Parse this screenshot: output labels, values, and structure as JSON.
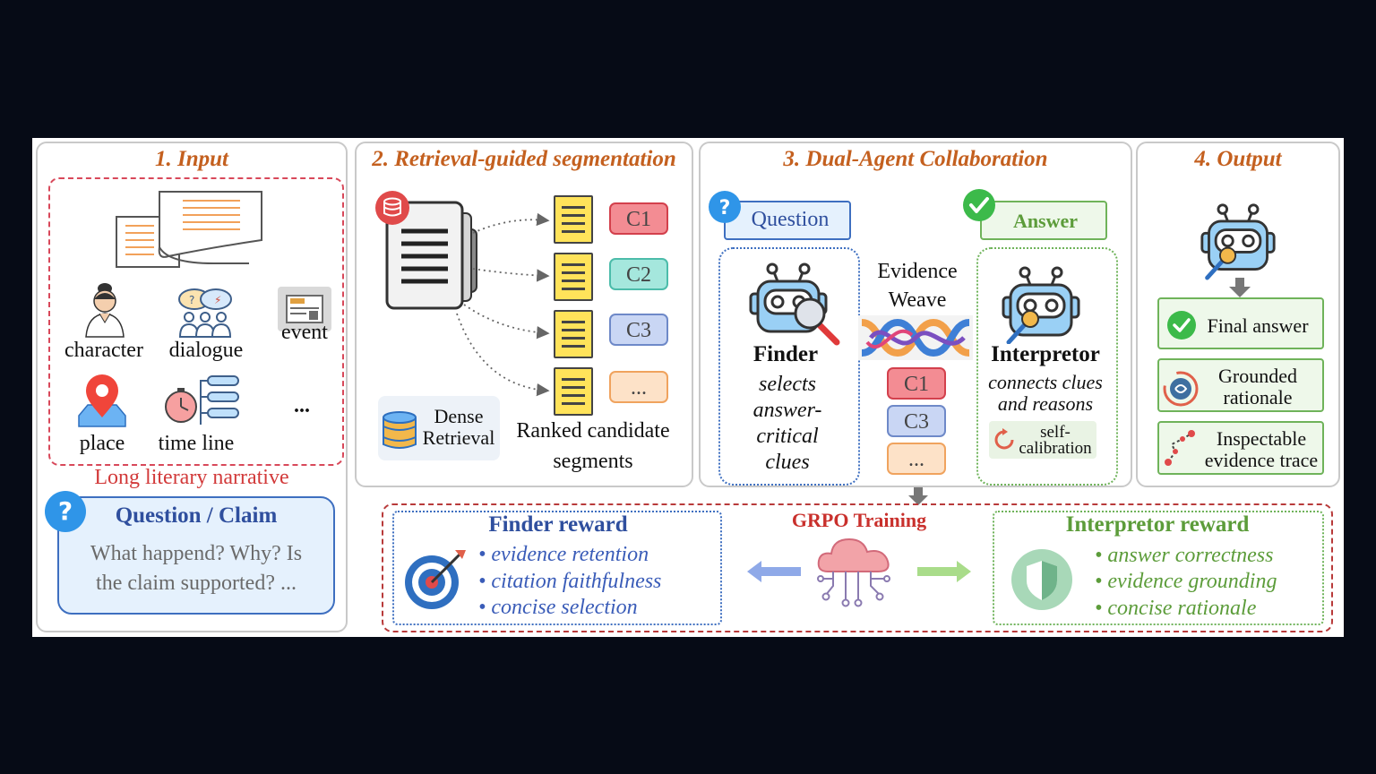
{
  "panels": {
    "input": {
      "title": "1. Input",
      "items": [
        "character",
        "dialogue",
        "event",
        "place",
        "time line",
        "..."
      ],
      "narrative": "Long literary narrative",
      "question_title": "Question / Claim",
      "question_text_1": "What happend? Why? Is",
      "question_text_2": "the claim supported? ..."
    },
    "segmentation": {
      "title": "2. Retrieval-guided segmentation",
      "chunks": [
        "C1",
        "C2",
        "C3",
        "..."
      ],
      "dense_retrieval_1": "Dense",
      "dense_retrieval_2": "Retrieval",
      "ranked_1": "Ranked candidate",
      "ranked_2": "segments"
    },
    "collaboration": {
      "title": "3. Dual-Agent Collaboration",
      "question": "Question",
      "answer": "Answer",
      "evidence_1": "Evidence",
      "evidence_2": "Weave",
      "finder_name": "Finder",
      "finder_desc": [
        "selects",
        "answer-",
        "critical",
        "clues"
      ],
      "evidence_chunks": [
        "C1",
        "C3",
        "..."
      ],
      "interpretor_name": "Interpretor",
      "interpretor_desc_1": "connects clues",
      "interpretor_desc_2": "and reasons",
      "self_cal_1": "self-",
      "self_cal_2": "calibration"
    },
    "output": {
      "title": "4. Output",
      "final_answer": "Final answer",
      "grounded_1": "Grounded",
      "grounded_2": "rationale",
      "trace_1": "Inspectable",
      "trace_2": "evidence trace"
    }
  },
  "training": {
    "label": "GRPO Training",
    "finder_reward": {
      "title": "Finder reward",
      "bullets": [
        "• evidence retention",
        "• citation faithfulness",
        "• concise selection"
      ]
    },
    "interpretor_reward": {
      "title": "Interpretor reward",
      "bullets": [
        "• answer correctness",
        "• evidence grounding",
        "• concise rationale"
      ]
    }
  },
  "colors": {
    "title_orange": "#c4601f",
    "narrative_red": "#d23a3a",
    "finder_blue": "#2f4f9e",
    "interpretor_green": "#5c9c3a",
    "grpo_red": "#c9302c"
  }
}
